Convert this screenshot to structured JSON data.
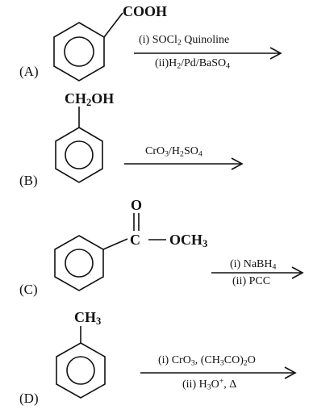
{
  "reactions": [
    {
      "label": "(A)",
      "group_main": "COOH",
      "condition_top": {
        "pre": "(i) SOCl",
        "sub": "2",
        "post": " Quinoline"
      },
      "condition_bottom": {
        "pre": "(ii)H",
        "sub1": "2",
        "mid": "/Pd/BaSO",
        "sub2": "4"
      }
    },
    {
      "label": "(B)",
      "group": {
        "pre": "CH",
        "sub": "2",
        "post": "OH"
      },
      "condition_top": {
        "pre": "CrO",
        "sub1": "3",
        "mid": "/H",
        "sub2": "2",
        "mid2": "SO",
        "sub3": "4"
      }
    },
    {
      "label": "(C)",
      "oxygen": "O",
      "carbon": "C",
      "group": {
        "pre": "OCH",
        "sub": "3"
      },
      "condition_top": {
        "pre": "(i) NaBH",
        "sub": "4"
      },
      "condition_bottom": "(ii) PCC"
    },
    {
      "label": "(D)",
      "group": {
        "pre": "CH",
        "sub": "3"
      },
      "condition_top": {
        "pre": "(i) CrO",
        "sub1": "3",
        "mid": ", (CH",
        "sub2": "3",
        "mid2": "CO)",
        "sub3": "2",
        "post": "O"
      },
      "condition_bottom": {
        "pre": "(ii) H",
        "sub": "3",
        "mid": "O",
        "sup": "+",
        "post": ", Δ"
      }
    }
  ]
}
